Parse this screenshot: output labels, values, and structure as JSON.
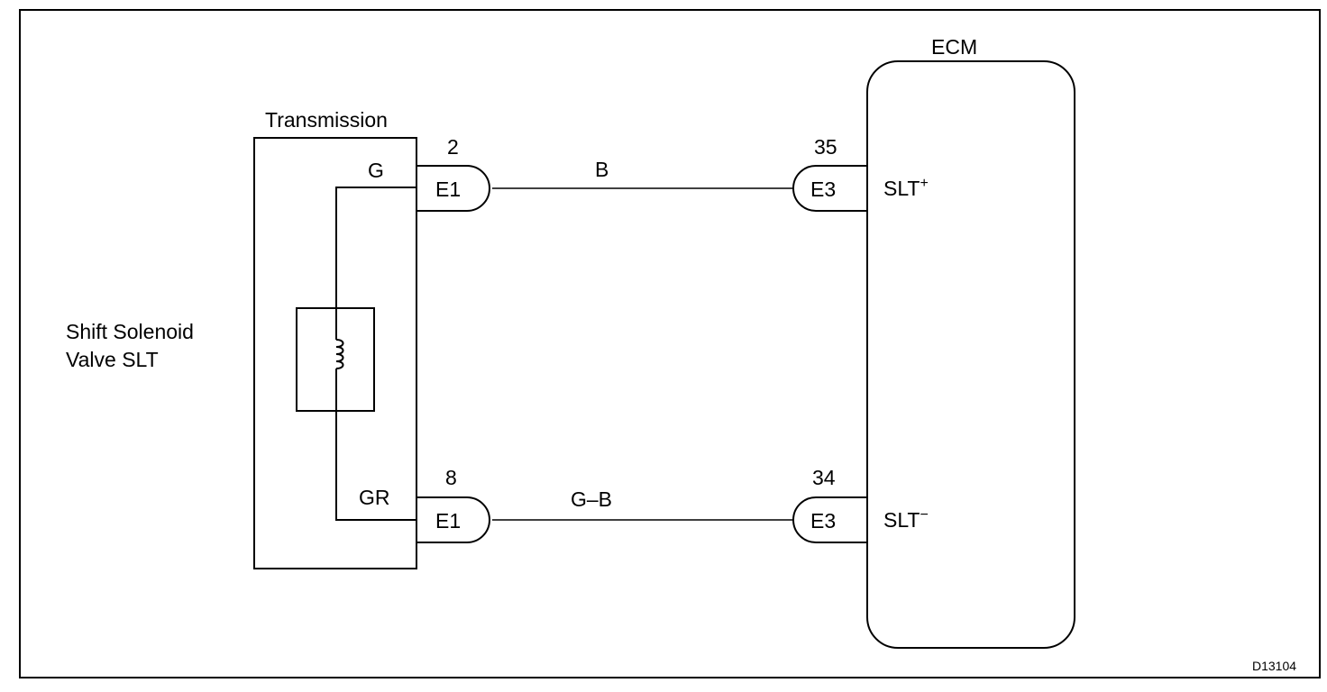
{
  "transmission": {
    "label": "Transmission",
    "wire_top": "G",
    "wire_bottom": "GR"
  },
  "solenoid": {
    "label_line1": "Shift Solenoid",
    "label_line2": "Valve SLT"
  },
  "ecm": {
    "label": "ECM",
    "terminal_top": "SLT",
    "terminal_top_sign": "+",
    "terminal_bottom": "SLT",
    "terminal_bottom_sign": "−"
  },
  "connectors": {
    "top_left": {
      "id": "E1",
      "pin": "2"
    },
    "bottom_left": {
      "id": "E1",
      "pin": "8"
    },
    "top_right": {
      "id": "E3",
      "pin": "35"
    },
    "bottom_right": {
      "id": "E3",
      "pin": "34"
    }
  },
  "wires": {
    "top": "B",
    "bottom": "G–B"
  },
  "figure_id": "D13104",
  "colors": {
    "line": "#000000",
    "background": "#ffffff"
  }
}
